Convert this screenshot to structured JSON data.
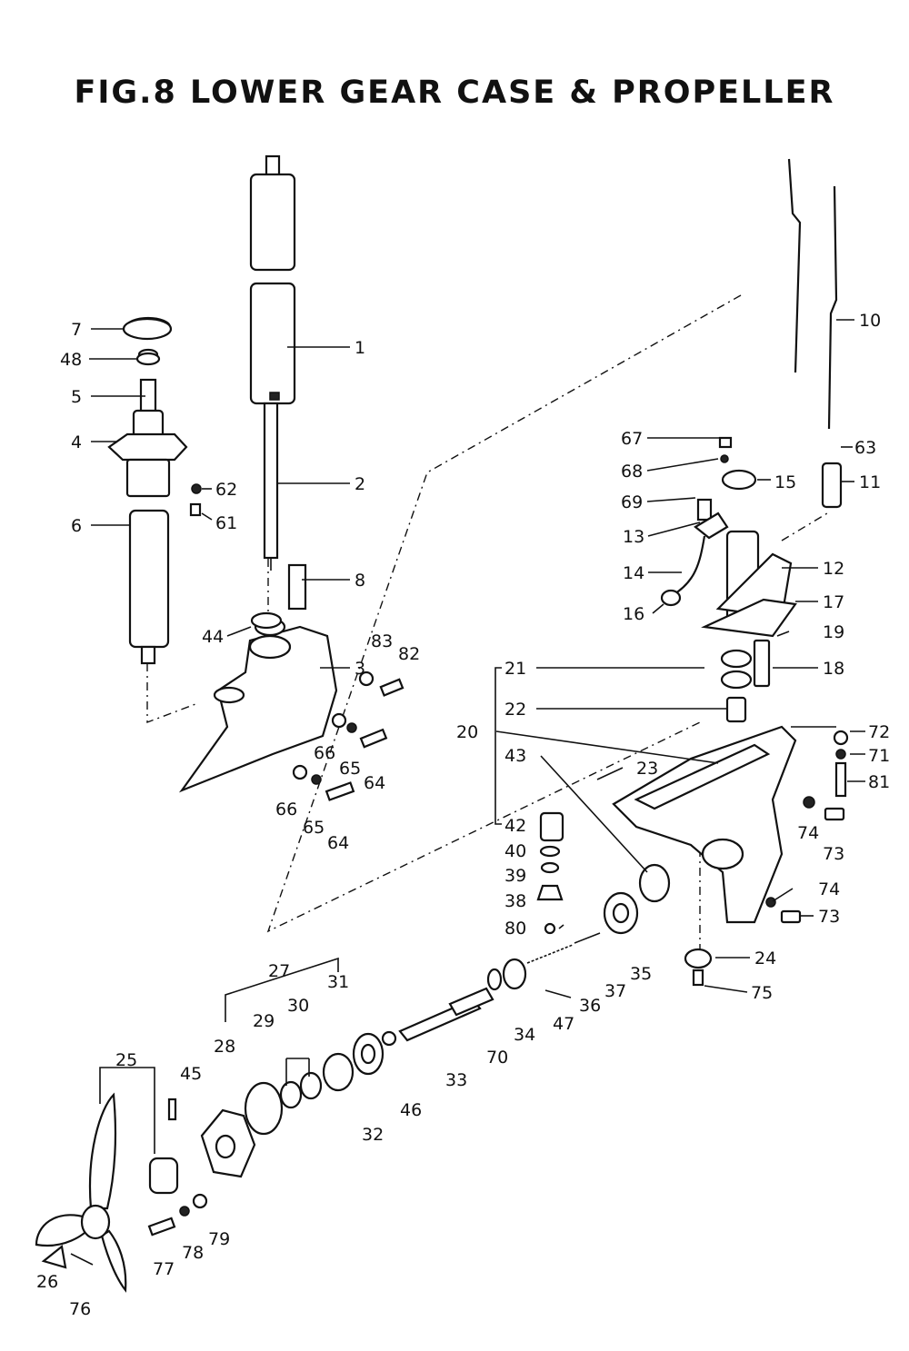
{
  "title": "FIG.8 LOWER GEAR CASE & PROPELLER",
  "labels": [
    "1",
    "2",
    "3",
    "4",
    "5",
    "6",
    "7",
    "8",
    "10",
    "11",
    "12",
    "13",
    "14",
    "15",
    "16",
    "17",
    "18",
    "19",
    "20",
    "21",
    "22",
    "23",
    "24",
    "25",
    "26",
    "27",
    "28",
    "29",
    "30",
    "31",
    "32",
    "33",
    "34",
    "35",
    "36",
    "37",
    "38",
    "39",
    "40",
    "42",
    "43",
    "44",
    "45",
    "46",
    "47",
    "48",
    "61",
    "62",
    "63",
    "64",
    "65",
    "66",
    "67",
    "68",
    "69",
    "70",
    "71",
    "72",
    "73",
    "74",
    "75",
    "76",
    "77",
    "78",
    "79",
    "80",
    "81",
    "82",
    "83"
  ]
}
